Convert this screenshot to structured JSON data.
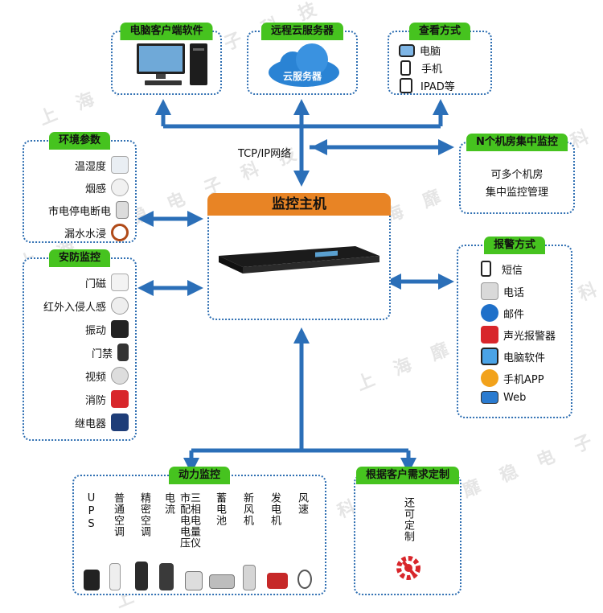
{
  "watermark": "上 海 靡 稳 电 子 科 技",
  "main": {
    "title": "监控主机"
  },
  "protocol_label": "TCP/IP网络",
  "client": {
    "title": "电脑客户端软件"
  },
  "cloud": {
    "title": "远程云服务器",
    "cloud_text": "云服务器"
  },
  "view": {
    "title": "查看方式",
    "items": [
      "电脑",
      "手机",
      "IPAD等"
    ]
  },
  "env": {
    "title": "环境参数",
    "items": [
      "温湿度",
      "烟感",
      "市电停电断电",
      "漏水水浸"
    ]
  },
  "security": {
    "title": "安防监控",
    "items": [
      "门磁",
      "红外入侵人感",
      "振动",
      "门禁",
      "视频",
      "消防",
      "继电器"
    ]
  },
  "multi": {
    "title": "N个机房集中监控",
    "line1": "可多个机房",
    "line2": "集中监控管理"
  },
  "alarm": {
    "title": "报警方式",
    "items": [
      "短信",
      "电话",
      "邮件",
      "声光报警器",
      "电脑软件",
      "手机APP",
      "Web"
    ]
  },
  "power": {
    "title": "动力监控",
    "items": [
      "UPS",
      "普通空调",
      "精密空调",
      "市配电电压电流",
      "三相电量仪",
      "蓄电池",
      "新风机",
      "发电机",
      "风速"
    ]
  },
  "custom": {
    "title": "根据客户需求定制",
    "text": "还可定制"
  },
  "colors": {
    "arrow": "#2b6fb8",
    "tab": "#46c31f",
    "main_tab": "#e88425",
    "border": "#2f6fb2"
  }
}
